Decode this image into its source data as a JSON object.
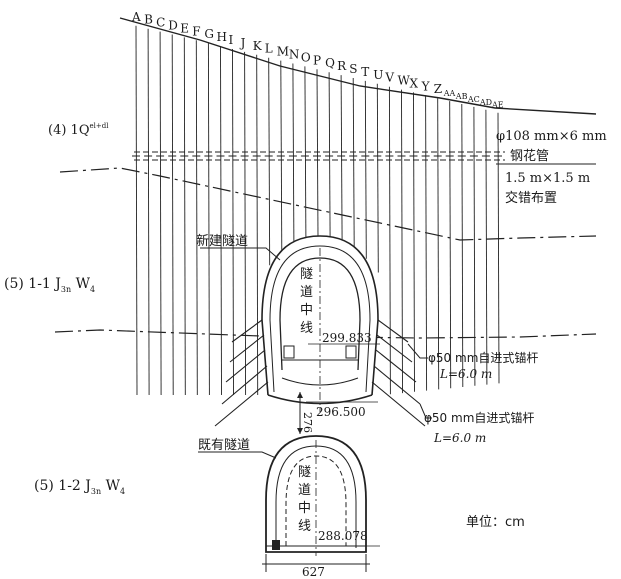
{
  "column_letters": [
    "A",
    "B",
    "C",
    "D",
    "E",
    "F",
    "G",
    "H",
    "I",
    "J",
    "K",
    "L",
    "M",
    "N",
    "O",
    "P",
    "Q",
    "R",
    "S",
    "T",
    "U",
    "V",
    "W",
    "X",
    "Y",
    "Z",
    "AA",
    "AB",
    "AC",
    "AD",
    "AE"
  ],
  "strata": {
    "layer4": {
      "prefix": "(4) 1Q",
      "sup": "el+dl"
    },
    "layer5_1": {
      "prefix": "(5) 1-1 J",
      "sub1": "3n",
      "mid": " W",
      "sub2": "4"
    },
    "layer5_2": {
      "prefix": "(5) 1-2 J",
      "sub1": "3n",
      "mid": " W",
      "sub2": "4"
    }
  },
  "pipe_note": {
    "line1": "φ108 mm×6 mm",
    "line2": "钢花管",
    "line3": "1.5 m×1.5 m",
    "line4": "交错布置"
  },
  "new_tunnel": {
    "label": "新建隧道",
    "centerline": [
      "隧",
      "道",
      "中",
      "线"
    ],
    "elev_top": "299.833",
    "elev_bottom": "296.500"
  },
  "existing_tunnel": {
    "label": "既有隧道",
    "centerline": [
      "隧",
      "道",
      "中",
      "线"
    ],
    "elev": "288.078",
    "width": "627"
  },
  "clearance": "276",
  "anchor_upper": {
    "spec": "φ50 mm自进式锚杆",
    "length": "L=6.0 m"
  },
  "anchor_lower": {
    "spec": "φ50 mm自进式锚杆",
    "length": "L=6.0 m"
  },
  "unit": "单位：cm"
}
